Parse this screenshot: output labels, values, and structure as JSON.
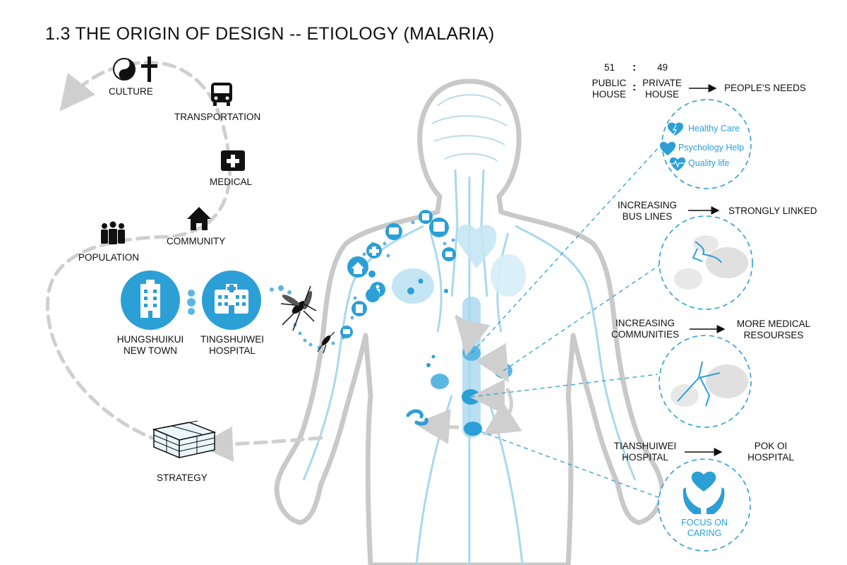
{
  "title": "1.3 THE ORIGIN OF DESIGN -- ETIOLOGY (MALARIA)",
  "cycle": {
    "culture": "CULTURE",
    "transportation": "TRANSPORTATION",
    "medical": "MEDICAL",
    "community": "COMMUNITY",
    "population": "POPULATION",
    "strategy": "STRATEGY"
  },
  "places": {
    "new_town_line1": "HUNGSHUIKUI",
    "new_town_line2": "NEW TOWN",
    "hospital_line1": "TINGSHUIWEI",
    "hospital_line2": "HOSPITAL"
  },
  "right_panel": {
    "ratio": {
      "public_value": "51",
      "private_value": "49",
      "separator": ":",
      "public_line1": "PUBLIC",
      "public_line2": "HOUSE",
      "private_line1": "PRIVATE",
      "private_line2": "HOUSE",
      "result": "PEOPLE'S NEEDS"
    },
    "needs_bubble": {
      "item1": "Healthy Care",
      "item2": "Psychology Help",
      "item3": "Quality life"
    },
    "bus": {
      "line1": "INCREASING",
      "line2": "BUS LINES",
      "result": "STRONGLY LINKED"
    },
    "communities": {
      "line1": "INCREASING",
      "line2": "COMMUNITIES",
      "result_line1": "MORE MEDICAL",
      "result_line2": "RESOURSES"
    },
    "hospital": {
      "from_line1": "TIANSHUIWEI",
      "from_line2": "HOSPITAL",
      "to_line1": "POK OI",
      "to_line2": "HOSPITAL"
    },
    "caring": {
      "line1": "FOCUS ON",
      "line2": "CARING"
    }
  },
  "colors": {
    "accent_blue": "#2b9fd6",
    "light_blue": "#a8d8ef",
    "body_gray": "#c9c9c9",
    "arrow_gray": "#cfcfcf"
  },
  "icons": [
    "yin-yang-icon",
    "cross-icon",
    "bus-icon",
    "medical-kit-icon",
    "house-icon",
    "people-icon",
    "building-icon",
    "hospital-icon",
    "mosquito-icon",
    "lightning-heart-icon",
    "heart-icon",
    "heartbeat-icon",
    "hands-heart-icon",
    "strategy-box-icon"
  ]
}
